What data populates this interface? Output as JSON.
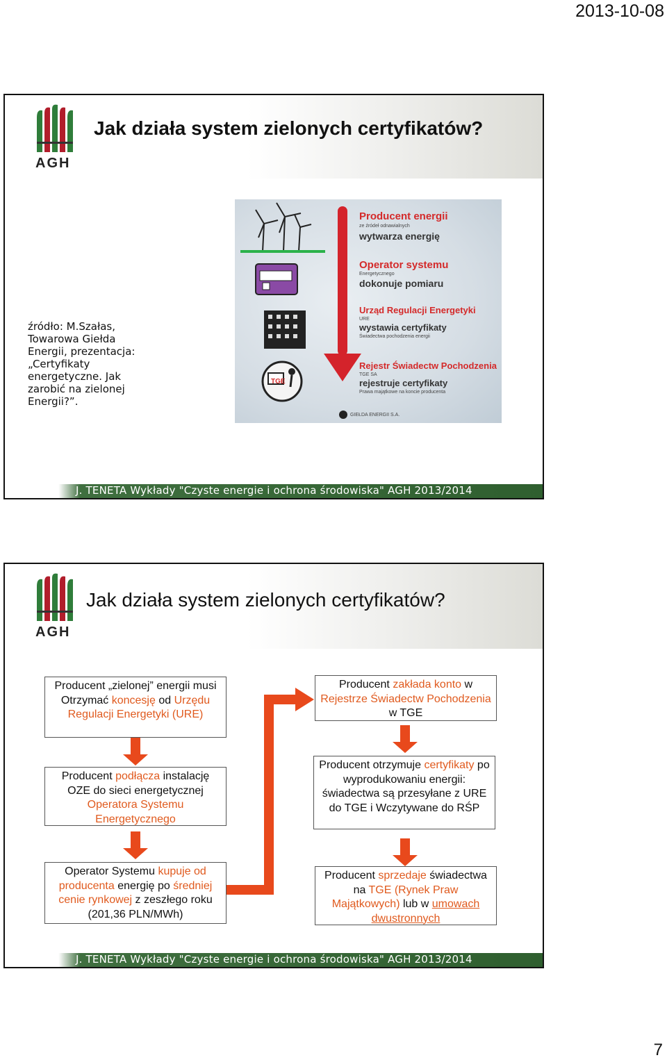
{
  "page": {
    "date": "2013-10-08",
    "number": "7"
  },
  "logo": {
    "text": "AGH"
  },
  "footer_text": "J. TENETA Wykłady \"Czyste energie i ochrona środowiska\" AGH 2013/2014",
  "slide1": {
    "title": "Jak działa system zielonych certyfikatów?",
    "source_text": "źródło: M.Szałas, Towarowa Giełda Energii, prezentacja: „Certyfikaty energetyczne. Jak zarobić na zielonej Energii?”.",
    "diagram": {
      "step1": {
        "title": "Producent energii",
        "sub": "ze źródeł odnawialnych",
        "action": "wytwarza energię"
      },
      "step2": {
        "title": "Operator systemu",
        "sub": "Energetycznego",
        "action": "dokonuje pomiaru"
      },
      "step3": {
        "title": "Urząd Regulacji Energetyki",
        "sub1": "URE",
        "action": "wystawia certyfikaty",
        "sub2": "Świadectwa pochodzenia energii"
      },
      "step4": {
        "title": "Rejestr Świadectw Pochodzenia",
        "sub1": "TGE SA",
        "action": "rejestruje certyfikaty",
        "sub2": "Prawa majątkowe na koncie producenta"
      },
      "tge_label": "TGE",
      "brand": "GIEŁDA ENERGII S.A."
    }
  },
  "slide2": {
    "title": "Jak działa system zielonych certyfikatów?",
    "box1": {
      "a": "Producent „zielonej” energii musi",
      "b": "Otrzymać ",
      "c": "koncesję",
      "d": " od ",
      "e": "Urzędu Regulacji Energetyki (URE)"
    },
    "box2": {
      "a": "Producent ",
      "b": "podłącza",
      "c": " instalację OZE do sieci energetycznej ",
      "d": "Operatora Systemu Energetycznego"
    },
    "box3": {
      "a": "Operator Systemu ",
      "b": "kupuje od producenta",
      "c": " energię po ",
      "d": "średniej cenie rynkowej",
      "e": " z zeszłego roku (201,36 PLN/MWh)"
    },
    "box4": {
      "a": "Producent ",
      "b": "zakłada konto",
      "c": " w ",
      "d": "Rejestrze Świadectw Pochodzenia",
      "e": " w TGE"
    },
    "box5": {
      "a": "Producent otrzymuje ",
      "b": "certyfikaty",
      "c": " po wyprodukowaniu energii: świadectwa są przesyłane z URE do TGE i Wczytywane do RŚP"
    },
    "box6": {
      "a": "Producent ",
      "b": "sprzedaje",
      "c": " świadectwa na ",
      "d": "TGE (Rynek Praw Majątkowych)",
      "e": " lub w ",
      "f": "umowach dwustronnych"
    }
  },
  "colors": {
    "accent": "#e05a1e",
    "arrow": "#e8491c",
    "footer": "#2f5f2f"
  }
}
